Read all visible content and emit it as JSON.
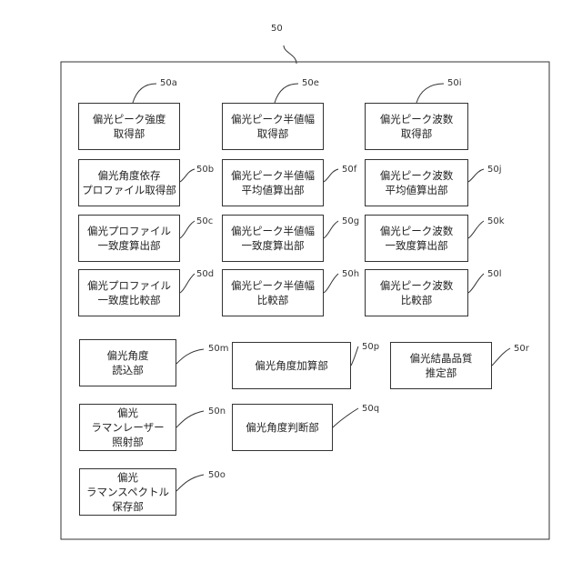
{
  "diagram": {
    "root_label": "50",
    "blocks": [
      {
        "id": "50a",
        "label": "50a",
        "lines": [
          "偏光ピーク強度",
          "取得部"
        ]
      },
      {
        "id": "50b",
        "label": "50b",
        "lines": [
          "偏光角度依存",
          "プロファイル取得部"
        ]
      },
      {
        "id": "50c",
        "label": "50c",
        "lines": [
          "偏光プロファイル",
          "一致度算出部"
        ]
      },
      {
        "id": "50d",
        "label": "50d",
        "lines": [
          "偏光プロファイル",
          "一致度比較部"
        ]
      },
      {
        "id": "50e",
        "label": "50e",
        "lines": [
          "偏光ピーク半値幅",
          "取得部"
        ]
      },
      {
        "id": "50f",
        "label": "50f",
        "lines": [
          "偏光ピーク半値幅",
          "平均値算出部"
        ]
      },
      {
        "id": "50g",
        "label": "50g",
        "lines": [
          "偏光ピーク半値幅",
          "一致度算出部"
        ]
      },
      {
        "id": "50h",
        "label": "50h",
        "lines": [
          "偏光ピーク半値幅",
          "比較部"
        ]
      },
      {
        "id": "50i",
        "label": "50i",
        "lines": [
          "偏光ピーク波数",
          "取得部"
        ]
      },
      {
        "id": "50j",
        "label": "50j",
        "lines": [
          "偏光ピーク波数",
          "平均値算出部"
        ]
      },
      {
        "id": "50k",
        "label": "50k",
        "lines": [
          "偏光ピーク波数",
          "一致度算出部"
        ]
      },
      {
        "id": "50l",
        "label": "50l",
        "lines": [
          "偏光ピーク波数",
          "比較部"
        ]
      },
      {
        "id": "50m",
        "label": "50m",
        "lines": [
          "偏光角度",
          "読込部"
        ]
      },
      {
        "id": "50n",
        "label": "50n",
        "lines": [
          "偏光",
          "ラマンレーザー",
          "照射部"
        ]
      },
      {
        "id": "50o",
        "label": "50o",
        "lines": [
          "偏光",
          "ラマンスペクトル",
          "保存部"
        ]
      },
      {
        "id": "50p",
        "label": "50p",
        "lines": [
          "偏光角度加算部"
        ]
      },
      {
        "id": "50q",
        "label": "50q",
        "lines": [
          "偏光角度判断部"
        ]
      },
      {
        "id": "50r",
        "label": "50r",
        "lines": [
          "偏光結晶品質",
          "推定部"
        ]
      }
    ]
  }
}
